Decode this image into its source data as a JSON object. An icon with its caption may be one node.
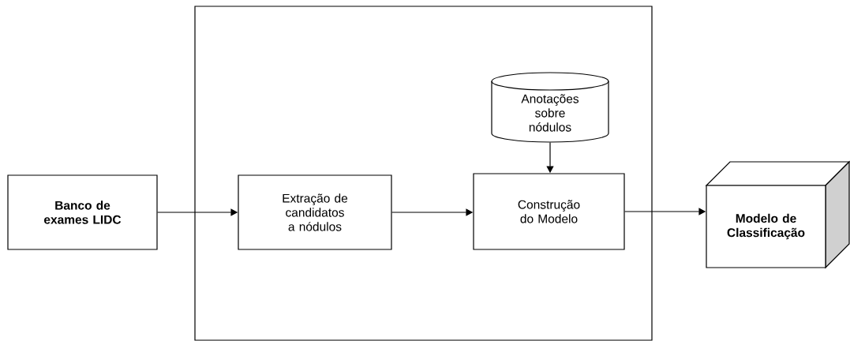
{
  "diagram": {
    "nodes": [
      {
        "text": [
          "Banco de exames LIDC"
        ]
      },
      {
        "text": [],
        "shape": "box"
      },
      {
        "text": [
          "Anotações sobre nódulos"
        ],
        "in": 1
      },
      {
        "text": [
          "Extração de candidatos a nódulos"
        ],
        "in": 1
      },
      {
        "text": [
          "Construção do Modelo"
        ],
        "in": 1
      },
      {
        "text": [
          "Modelo de Classificação"
        ]
      }
    ],
    "edges": [
      {
        "from": 0,
        "to": 3,
        "arrow": "to"
      },
      {
        "from": 3,
        "to": 4,
        "arrow": "to"
      },
      {
        "from": 2,
        "to": 4,
        "arrow": "to"
      },
      {
        "from": 4,
        "to": 5,
        "arrow": "to"
      }
    ]
  }
}
